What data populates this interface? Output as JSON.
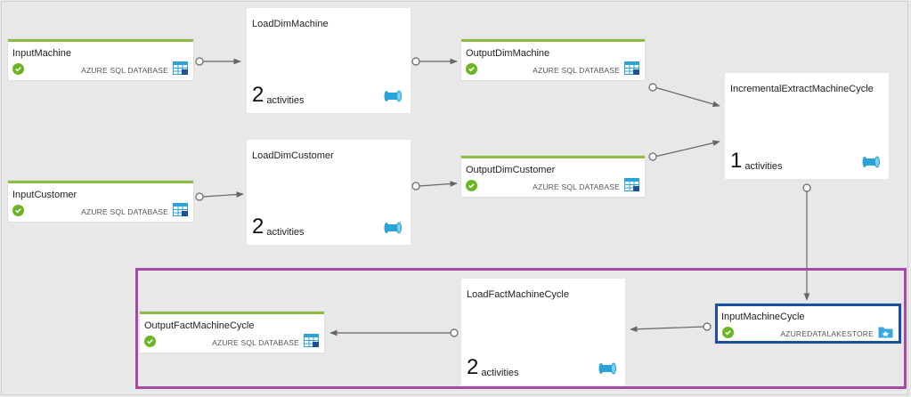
{
  "colors": {
    "background": "#e8e8e8",
    "dataset_accent": "#8cbd3f",
    "status_ok": "#6bb521",
    "selection_border": "#1c4f9c",
    "highlight_border": "#a44aa5",
    "pipeline_icon": "#2aa3d8"
  },
  "datasets": [
    {
      "id": "input-machine",
      "title": "InputMachine",
      "type": "AZURE SQL DATABASE",
      "icon": "sql-table-icon",
      "status_icon": "success-check-icon"
    },
    {
      "id": "input-customer",
      "title": "InputCustomer",
      "type": "AZURE SQL DATABASE",
      "icon": "sql-table-icon",
      "status_icon": "success-check-icon"
    },
    {
      "id": "output-dim-machine",
      "title": "OutputDimMachine",
      "type": "AZURE SQL DATABASE",
      "icon": "sql-table-icon",
      "status_icon": "success-check-icon"
    },
    {
      "id": "output-dim-customer",
      "title": "OutputDimCustomer",
      "type": "AZURE SQL DATABASE",
      "icon": "sql-table-icon",
      "status_icon": "success-check-icon"
    },
    {
      "id": "output-fact-machine-cycle",
      "title": "OutputFactMachineCycle",
      "type": "AZURE SQL DATABASE",
      "icon": "sql-table-icon",
      "status_icon": "success-check-icon"
    },
    {
      "id": "input-machine-cycle",
      "title": "InputMachineCycle",
      "type": "AZUREDATALAKESTORE",
      "icon": "data-lake-folder-icon",
      "status_icon": "success-check-icon",
      "selected": true
    }
  ],
  "pipelines": [
    {
      "id": "load-dim-machine",
      "title": "LoadDimMachine",
      "count": "2",
      "count_label": "activities",
      "icon": "pipeline-icon"
    },
    {
      "id": "load-dim-customer",
      "title": "LoadDimCustomer",
      "count": "2",
      "count_label": "activities",
      "icon": "pipeline-icon"
    },
    {
      "id": "incremental-extract",
      "title": "IncrementalExtractMachineCycle",
      "count": "1",
      "count_label": "activities",
      "icon": "pipeline-icon"
    },
    {
      "id": "load-fact-machine-cycle",
      "title": "LoadFactMachineCycle",
      "count": "2",
      "count_label": "activities",
      "icon": "pipeline-icon"
    }
  ],
  "edges": [
    {
      "from": "InputMachine",
      "to": "LoadDimMachine"
    },
    {
      "from": "LoadDimMachine",
      "to": "OutputDimMachine"
    },
    {
      "from": "OutputDimMachine",
      "to": "IncrementalExtractMachineCycle"
    },
    {
      "from": "InputCustomer",
      "to": "LoadDimCustomer"
    },
    {
      "from": "LoadDimCustomer",
      "to": "OutputDimCustomer"
    },
    {
      "from": "OutputDimCustomer",
      "to": "IncrementalExtractMachineCycle"
    },
    {
      "from": "IncrementalExtractMachineCycle",
      "to": "InputMachineCycle"
    },
    {
      "from": "InputMachineCycle",
      "to": "LoadFactMachineCycle"
    },
    {
      "from": "LoadFactMachineCycle",
      "to": "OutputFactMachineCycle"
    }
  ]
}
